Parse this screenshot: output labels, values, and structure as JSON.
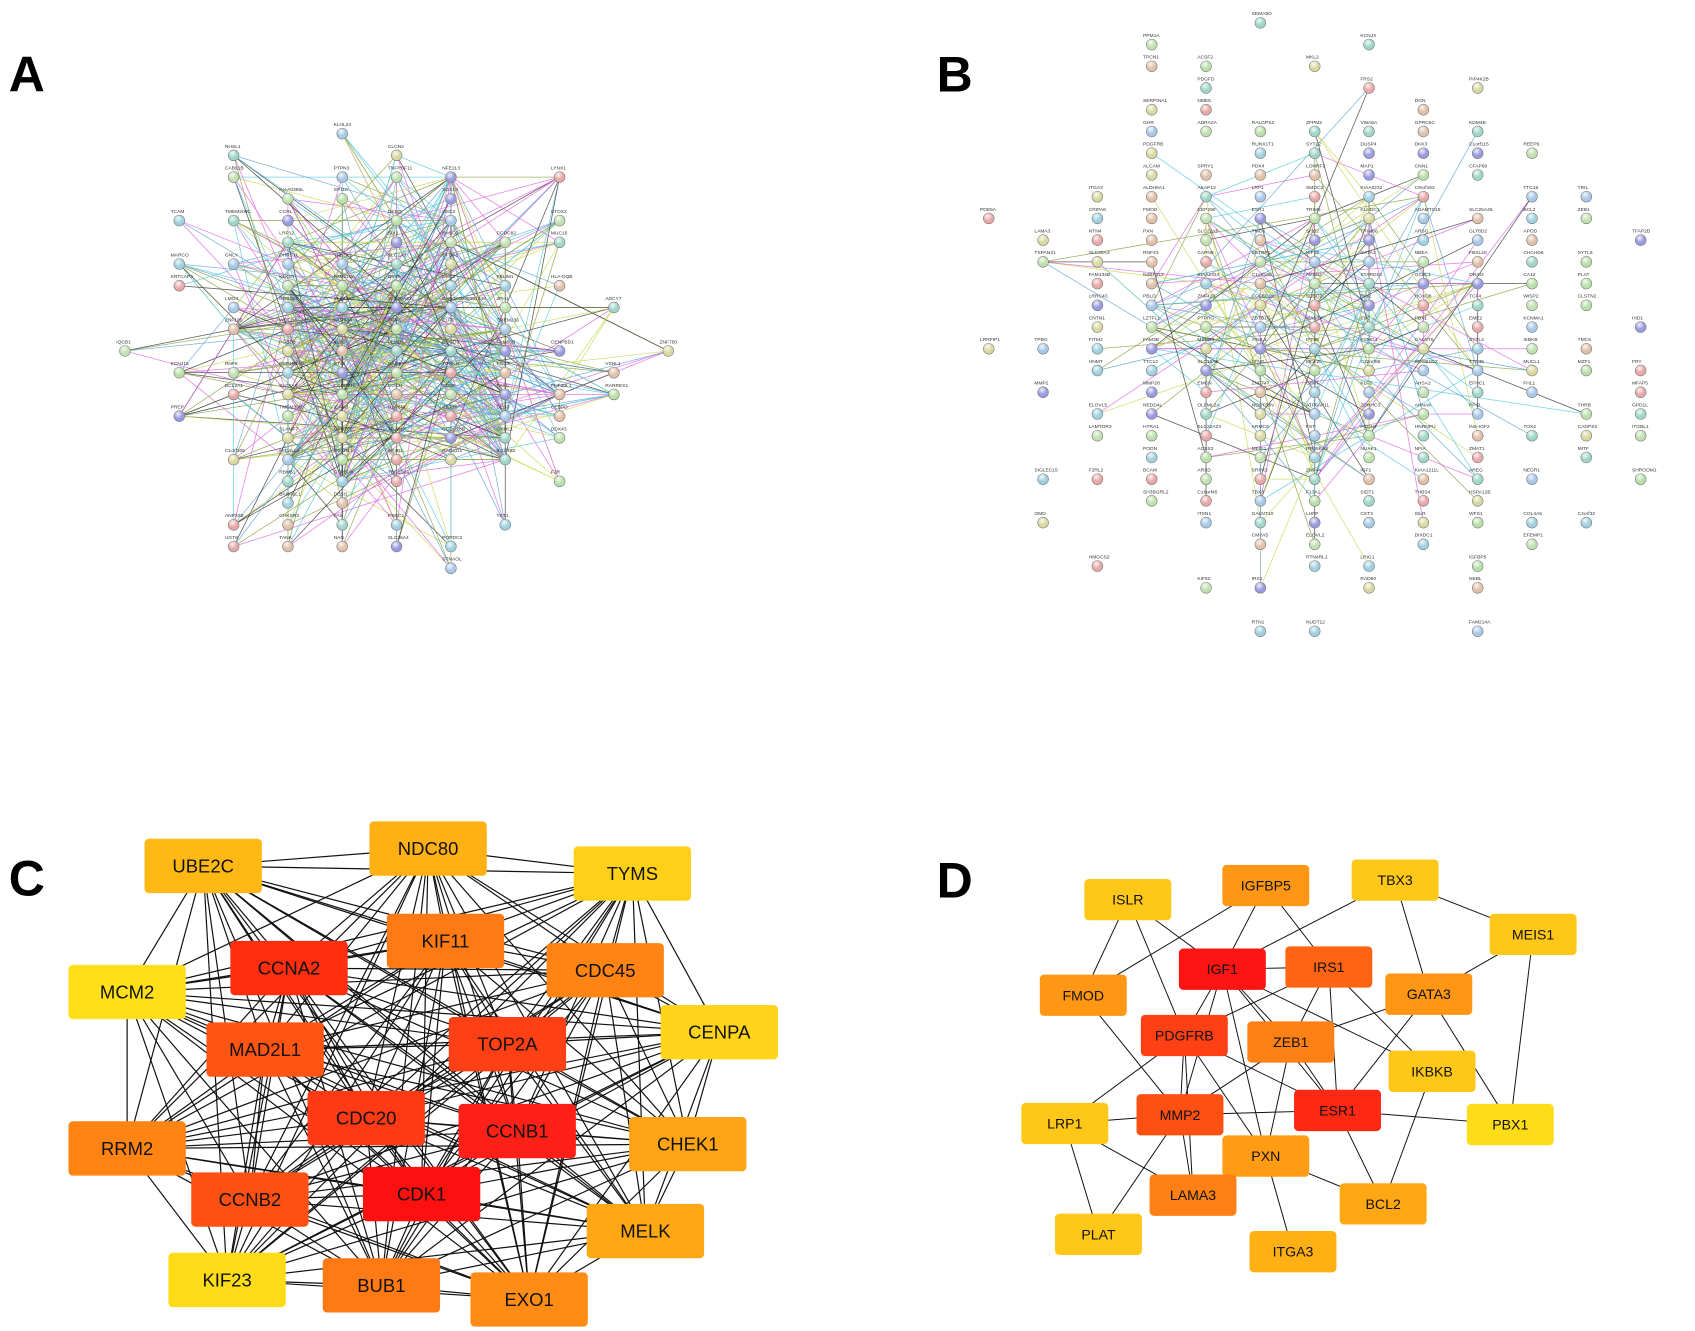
{
  "panels": {
    "a": {
      "letter": "A"
    },
    "b": {
      "letter": "B"
    },
    "c": {
      "letter": "C"
    },
    "d": {
      "letter": "D"
    }
  },
  "panel_a_labels": [
    "LEMD1",
    "ENSG00000251348",
    "SLC25A37",
    "CCDC71L",
    "KLK8",
    "FAM84A",
    "TDRKH",
    "SLC43A3",
    "NAB1",
    "PGGD3",
    "TMEM236",
    "FAM83B",
    "FAM210A",
    "PEG3",
    "SLC6A8",
    "TRIM47",
    "PPP1R14C",
    "RASD2",
    "LRP12",
    "MICALL1",
    "CCDC28B",
    "DIAPH2",
    "ZNF185",
    "PGBD5",
    "WDCD1",
    "GTPBP8",
    "CCDC82",
    "IL12RB2",
    "DES3",
    "FAXC",
    "TGM5",
    "PHF20L1",
    "GPR161",
    "USP6NL",
    "RHBDL1",
    "KLK10",
    "GRHL1",
    "DSC2",
    "NFE2L3",
    "DEDD",
    "HLA-DQB",
    "RADCD1",
    "TBC1D31",
    "PSRC1",
    "DDX43",
    "RBM51",
    "DHRS11",
    "ST40",
    "JPH1",
    "COCH",
    "ELF5",
    "KRT16",
    "DSC3",
    "STOX2",
    "MUC15",
    "PTPN3",
    "SOX13",
    "KCNJ15",
    "VSNL1",
    "C1orf106",
    "KRTCAP3",
    "BANP2L1",
    "TNFRSF11",
    "FAS",
    "STNAOL",
    "CCRL",
    "RARRES1",
    "TANK",
    "SLAMF7",
    "BCL2A1",
    "MARCO",
    "CD86",
    "ADCY7",
    "KLHL24",
    "SIX1",
    "SP110",
    "CEBPD",
    "ICAM1",
    "LYNX1",
    "POPDC2",
    "CAB91B",
    "SLC2A3",
    "GNLY",
    "PREP",
    "F2R",
    "NAG",
    "CLCN4",
    "SF3B1",
    "TCAM",
    "KIAA0355L",
    "NHSL1",
    "LMO4",
    "CENPBD1",
    "TMEM39B",
    "CHKSR3",
    "CFDP1",
    "UGT8",
    "FBLIM1",
    "RNF6",
    "TMEM200C",
    "THNSL1",
    "SLC36A4",
    "OGFRL1",
    "DESI1",
    "ZNF750",
    "ANP32B",
    "TET1",
    "IQCB1"
  ],
  "panel_b_labels": [
    "EVC",
    "ZBTB7C",
    "ATHL1",
    "MCF2L",
    "TMC4",
    "COLEC12",
    "MAST4",
    "RPS6KA2",
    "APBB2",
    "OLFML2A",
    "KIF12",
    "SLC16A5",
    "PSMG4",
    "C1orf168",
    "MSRB3",
    "SUSD2",
    "IFT88",
    "LZTFL1",
    "ZNF44",
    "PBLD",
    "FAM3B",
    "PCDH7",
    "N4BP2L2",
    "KLHDC1",
    "EMCN",
    "KIAA0232",
    "NBEA",
    "STARD13",
    "TTC36",
    "ORAI3",
    "TRIM6",
    "RNF43",
    "C12orf66",
    "C9orf152",
    "KIAA1324",
    "CEP290",
    "AKAP12",
    "ATP6AP1L",
    "RAI2",
    "AHNAK",
    "KIAA1211L",
    "ARMC9",
    "HOXD8",
    "CRAT",
    "SLC22A5",
    "GALNT10",
    "SCGB1D2",
    "ZDHHC3",
    "NUAK1",
    "FBXL20",
    "MUCL1",
    "SLC22A23",
    "FITM2",
    "SETBP1",
    "SYTL2",
    "KLF2",
    "ZNF423",
    "CNN1",
    "CMYA5",
    "SLC25A3",
    "SRPX2",
    "HNMT",
    "MEIS1",
    "ZFPM2",
    "TBX3",
    "NEDD4L",
    "LFNG",
    "SLC25A46",
    "GALNT6",
    "CAPN8",
    "SYTL4",
    "PBX1",
    "TOX2",
    "GATA3",
    "OCEL1",
    "CA12",
    "ZNF747",
    "CNTN1",
    "ZMAT1",
    "RUNX1T1",
    "WISP2",
    "HNRNPU",
    "GLT8D2",
    "TRIM66",
    "ACSS3",
    "LONRF2",
    "HSPA12B",
    "C16orf45",
    "CRIPAK",
    "IKBKB",
    "AREG",
    "FST",
    "SHC2",
    "PTPRG",
    "ALDH6A1",
    "NOSTRIN",
    "F2RL2",
    "TTC12",
    "AHSA2",
    "TCF4",
    "PPID",
    "ESR1",
    "F13A1",
    "INS-IGF2",
    "PDGFRB",
    "SMOC2",
    "LRIG1",
    "TSPAN31",
    "EFHC1",
    "TTC16",
    "DKK3",
    "THRB",
    "IGF1",
    "ISLR",
    "FRS2",
    "ELOVL5",
    "ELOVL2",
    "KDM4B",
    "GHR",
    "IRS1",
    "MZF1",
    "TMC5",
    "RAD50",
    "BCAM",
    "BCL2",
    "ZEB1",
    "PDGFD",
    "LRP1",
    "LRRC4C",
    "SYTL5",
    "SPRY1",
    "CADPS2",
    "EME2",
    "ARSG",
    "ARSD",
    "MITF",
    "FHL1",
    "MMP2",
    "PLAT",
    "PXN",
    "SERPINA1",
    "FAM134B",
    "DIXDC1",
    "LAMTOR3",
    "NFIA",
    "NEGR1",
    "DUSP4",
    "IGFBP5",
    "NEBL",
    "ALCAM",
    "FRY",
    "RTN4RL1",
    "SH3BGRL2",
    "SIDT1",
    "CST3",
    "MMP28",
    "HTRA1",
    "FMOD",
    "ITGA3",
    "NME5",
    "RTN1",
    "REEP6",
    "VWA5A",
    "ADAMTS15",
    "TFAP2B",
    "WFS1",
    "PDK4",
    "LAMA3",
    "THBS4",
    "COL4A5",
    "KIF5C",
    "SEMA6D",
    "TPBG",
    "C1orf115",
    "ACSF2",
    "DGN",
    "OMD",
    "NTN4",
    "NUDT12",
    "ITGBL1",
    "GPD1L",
    "KCNMA1",
    "MAP1",
    "CLSTN2",
    "APOD",
    "MKL2",
    "HMGCS2",
    "C4orf32",
    "PPM1A",
    "CHCHD6",
    "FAM214A",
    "HID1",
    "RALGPS2",
    "GPRC5C",
    "LRRFIP1",
    "PDE5A",
    "SIGLEC15",
    "EFEMP1",
    "CFAP69",
    "ITSN1",
    "LHFP",
    "SHROOM1",
    "TPCN1",
    "PIP4K2B",
    "MFAP5",
    "PODN",
    "ADRA2A",
    "KCNJ3",
    "TRIL"
  ],
  "panel_c": {
    "nodes": [
      {
        "id": "UBE2C",
        "color": "#ffb814"
      },
      {
        "id": "NDC80",
        "color": "#ffb014"
      },
      {
        "id": "TYMS",
        "color": "#ffd018"
      },
      {
        "id": "KIF11",
        "color": "#ff7a14"
      },
      {
        "id": "CCNA2",
        "color": "#ff2e10"
      },
      {
        "id": "CDC45",
        "color": "#ff8414"
      },
      {
        "id": "MCM2",
        "color": "#ffe018"
      },
      {
        "id": "CENPA",
        "color": "#ffd41a"
      },
      {
        "id": "MAD2L1",
        "color": "#ff5414"
      },
      {
        "id": "TOP2A",
        "color": "#ff4014"
      },
      {
        "id": "CDC20",
        "color": "#ff3a14"
      },
      {
        "id": "CCNB1",
        "color": "#ff2018"
      },
      {
        "id": "RRM2",
        "color": "#ff8414"
      },
      {
        "id": "CHEK1",
        "color": "#ffa414"
      },
      {
        "id": "CCNB2",
        "color": "#ff5014"
      },
      {
        "id": "CDK1",
        "color": "#ff1010"
      },
      {
        "id": "MELK",
        "color": "#ffa814"
      },
      {
        "id": "KIF23",
        "color": "#ffdc18"
      },
      {
        "id": "BUB1",
        "color": "#ff7a14"
      },
      {
        "id": "EXO1",
        "color": "#ff8c14"
      }
    ]
  },
  "panel_d": {
    "nodes": [
      {
        "id": "ISLR",
        "color": "#ffc818"
      },
      {
        "id": "IGFBP5",
        "color": "#ff9614"
      },
      {
        "id": "TBX3",
        "color": "#ffc818"
      },
      {
        "id": "MEIS1",
        "color": "#ffc818"
      },
      {
        "id": "IGF1",
        "color": "#ff1414"
      },
      {
        "id": "IRS1",
        "color": "#ff6414"
      },
      {
        "id": "FMOD",
        "color": "#ff9614"
      },
      {
        "id": "GATA3",
        "color": "#ff9614"
      },
      {
        "id": "PDGFRB",
        "color": "#ff4014"
      },
      {
        "id": "ZEB1",
        "color": "#ff8014"
      },
      {
        "id": "IKBKB",
        "color": "#ffc818"
      },
      {
        "id": "LRP1",
        "color": "#ffc818"
      },
      {
        "id": "MMP2",
        "color": "#ff5014"
      },
      {
        "id": "ESR1",
        "color": "#ff2814"
      },
      {
        "id": "PBX1",
        "color": "#ffdc18"
      },
      {
        "id": "PXN",
        "color": "#ff9c14"
      },
      {
        "id": "LAMA3",
        "color": "#ff8014"
      },
      {
        "id": "BCL2",
        "color": "#ffa814"
      },
      {
        "id": "PLAT",
        "color": "#ffc818"
      },
      {
        "id": "ITGA3",
        "color": "#ffb014"
      }
    ],
    "edges": [
      [
        "ISLR",
        "FMOD"
      ],
      [
        "ISLR",
        "IGF1"
      ],
      [
        "ISLR",
        "PDGFRB"
      ],
      [
        "IGFBP5",
        "FMOD"
      ],
      [
        "IGFBP5",
        "IGF1"
      ],
      [
        "IGFBP5",
        "IRS1"
      ],
      [
        "TBX3",
        "IGF1"
      ],
      [
        "TBX3",
        "GATA3"
      ],
      [
        "TBX3",
        "MEIS1"
      ],
      [
        "IGF1",
        "IRS1"
      ],
      [
        "IGF1",
        "PDGFRB"
      ],
      [
        "IGF1",
        "MMP2"
      ],
      [
        "IGF1",
        "ZEB1"
      ],
      [
        "IGF1",
        "ESR1"
      ],
      [
        "IGF1",
        "PXN"
      ],
      [
        "IGF1",
        "IKBKB"
      ],
      [
        "IRS1",
        "PDGFRB"
      ],
      [
        "IRS1",
        "ZEB1"
      ],
      [
        "IRS1",
        "ESR1"
      ],
      [
        "IRS1",
        "IKBKB"
      ],
      [
        "GATA3",
        "ZEB1"
      ],
      [
        "GATA3",
        "ESR1"
      ],
      [
        "GATA3",
        "PBX1"
      ],
      [
        "MEIS1",
        "GATA3"
      ],
      [
        "MEIS1",
        "PBX1"
      ],
      [
        "FMOD",
        "MMP2"
      ],
      [
        "PDGFRB",
        "LRP1"
      ],
      [
        "PDGFRB",
        "MMP2"
      ],
      [
        "PDGFRB",
        "PXN"
      ],
      [
        "PDGFRB",
        "ESR1"
      ],
      [
        "PDGFRB",
        "LAMA3"
      ],
      [
        "ZEB1",
        "MMP2"
      ],
      [
        "ZEB1",
        "ESR1"
      ],
      [
        "ZEB1",
        "PXN"
      ],
      [
        "MMP2",
        "LRP1"
      ],
      [
        "MMP2",
        "ESR1"
      ],
      [
        "MMP2",
        "PLAT"
      ],
      [
        "MMP2",
        "LAMA3"
      ],
      [
        "ESR1",
        "PBX1"
      ],
      [
        "ESR1",
        "BCL2"
      ],
      [
        "IKBKB",
        "BCL2"
      ],
      [
        "PXN",
        "BCL2"
      ],
      [
        "PXN",
        "ITGA3"
      ],
      [
        "PXN",
        "LAMA3"
      ],
      [
        "LRP1",
        "PLAT"
      ],
      [
        "LRP1",
        "LAMA3"
      ]
    ]
  }
}
